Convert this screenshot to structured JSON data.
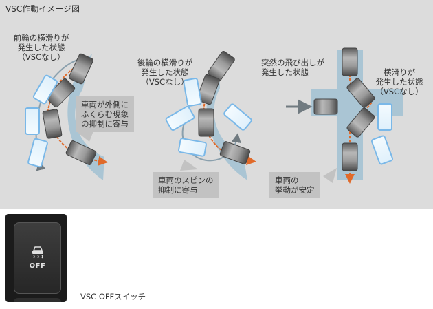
{
  "diagram": {
    "title": "VSC作動イメージ図",
    "scenario_front": "前輪の横滑りが\n発生した状態\n（VSCなし）",
    "scenario_rear": "後輪の横滑りが\n発生した状態\n（VSCなし）",
    "scenario_sudden": "突然の飛び出しが\n発生した状態",
    "scenario_lateral": "横滑りが\n発生した状態\n（VSCなし）",
    "callout_outward": "車両が外側に\nふくらむ現象\nの抑制に寄与",
    "callout_spin": "車両のスピンの\n抑制に寄与",
    "callout_stable": "車両の\n挙動が安定"
  },
  "switch": {
    "button_label": "OFF",
    "caption": "VSC OFFスイッチ"
  },
  "colors": {
    "background": "#dcdcdc",
    "road": "#aac5d4",
    "car_gray": "#8a8a8a",
    "car_blue_outline": "#7ab8e8",
    "path_orange": "#e06a2a"
  }
}
